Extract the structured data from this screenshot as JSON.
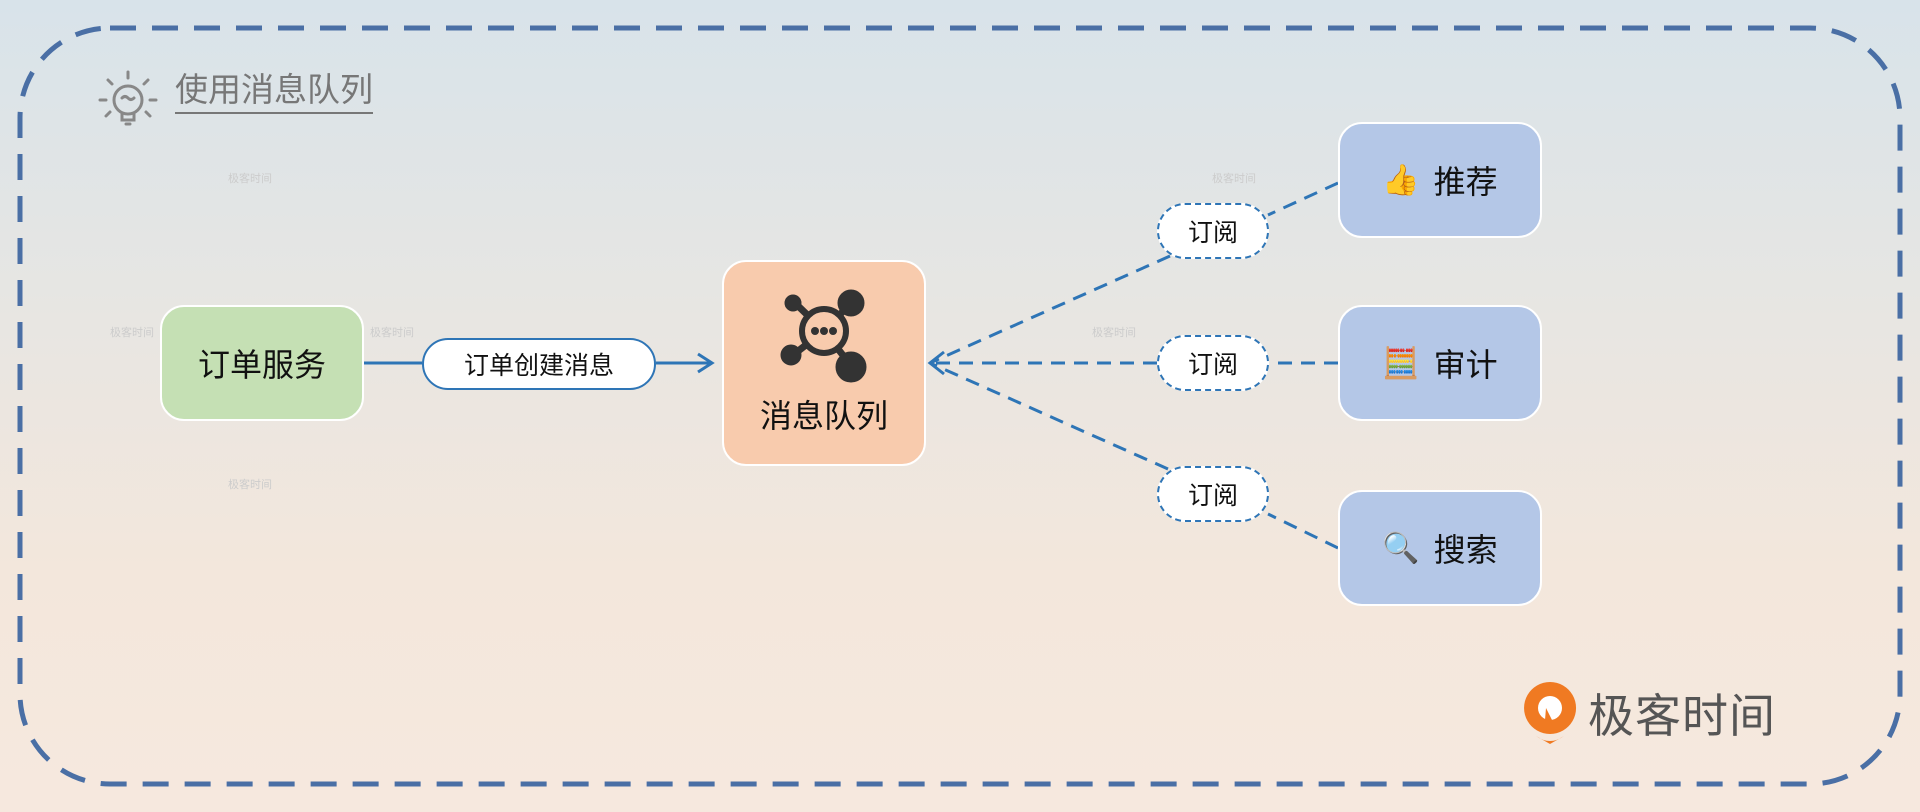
{
  "title": "使用消息队列",
  "nodes": {
    "order_service": "订单服务",
    "message_queue": "消息队列",
    "subscribers": [
      {
        "icon": "👍",
        "label": "推荐"
      },
      {
        "icon": "🧮",
        "label": "审计"
      },
      {
        "icon": "🔍",
        "label": "搜索"
      }
    ]
  },
  "edges": {
    "create_message": "订单创建消息",
    "subscribe": [
      "订阅",
      "订阅",
      "订阅"
    ]
  },
  "logo": "极客时间",
  "watermark": "极客时间",
  "colors": {
    "border_dash": "#4a6fa5",
    "arrow": "#2e75b6",
    "order_node": "#c5e0b4",
    "mq_node": "#f8cbad",
    "subscriber_node": "#b4c7e7",
    "logo_orange": "#f07a22"
  }
}
